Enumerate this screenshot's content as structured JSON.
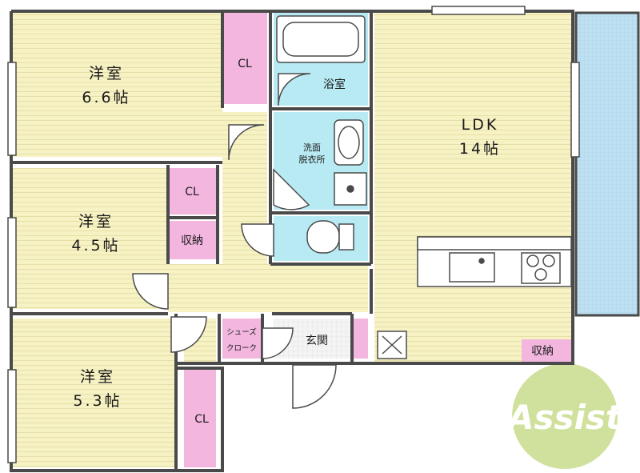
{
  "rooms": {
    "western_a": {
      "name": "洋室",
      "size": "6.6帖"
    },
    "western_b": {
      "name": "洋室",
      "size": "4.5帖"
    },
    "western_c": {
      "name": "洋室",
      "size": "5.3帖"
    },
    "ldk": {
      "name": "LDK",
      "size": "14帖"
    }
  },
  "closets": {
    "cl_a": "CL",
    "cl_b": "CL",
    "cl_c": "CL",
    "storage_b": "収納",
    "storage_ldk": "収納"
  },
  "wet_areas": {
    "bathroom": "浴室",
    "washroom_line1": "洗面",
    "washroom_line2": "脱衣所"
  },
  "entrance": {
    "genkan": "玄関",
    "shoe_line1": "シューズ",
    "shoe_line2": "クローク"
  },
  "logo": {
    "text": "Assist",
    "color": "#c8dc8c"
  },
  "colors": {
    "wall": "#4a4a4a",
    "room_floor": "#f7f2c4",
    "closet": "#f2b6df",
    "wet": "#b8eaf4",
    "balcony": "#bfe0f2",
    "floor_line": "#e6dfa8"
  }
}
